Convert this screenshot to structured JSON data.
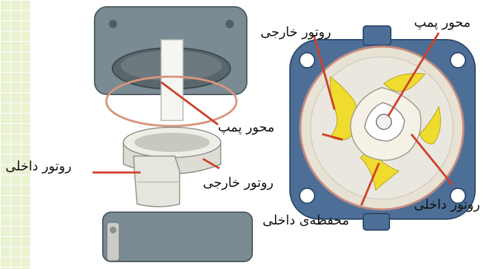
{
  "labels": {
    "left_pump_shaft": "محور پمپ",
    "left_inner_rotor": "روتور داخلی",
    "left_outer_rotor": "روتور خارجی",
    "right_outer_rotor": "روتور خارجی",
    "right_pump_shaft": "محور پمپ",
    "right_inner_rotor": "روتور داخلی",
    "right_inner_housing": "محفظه‌ی داخلی"
  },
  "colors": {
    "leader_line": "#d0402a",
    "housing_gray": "#7b8b93",
    "housing_blue": "#4d6f97",
    "rotor_yellow": "#f0dc2e",
    "grid_strip": "#eaf2d2"
  }
}
